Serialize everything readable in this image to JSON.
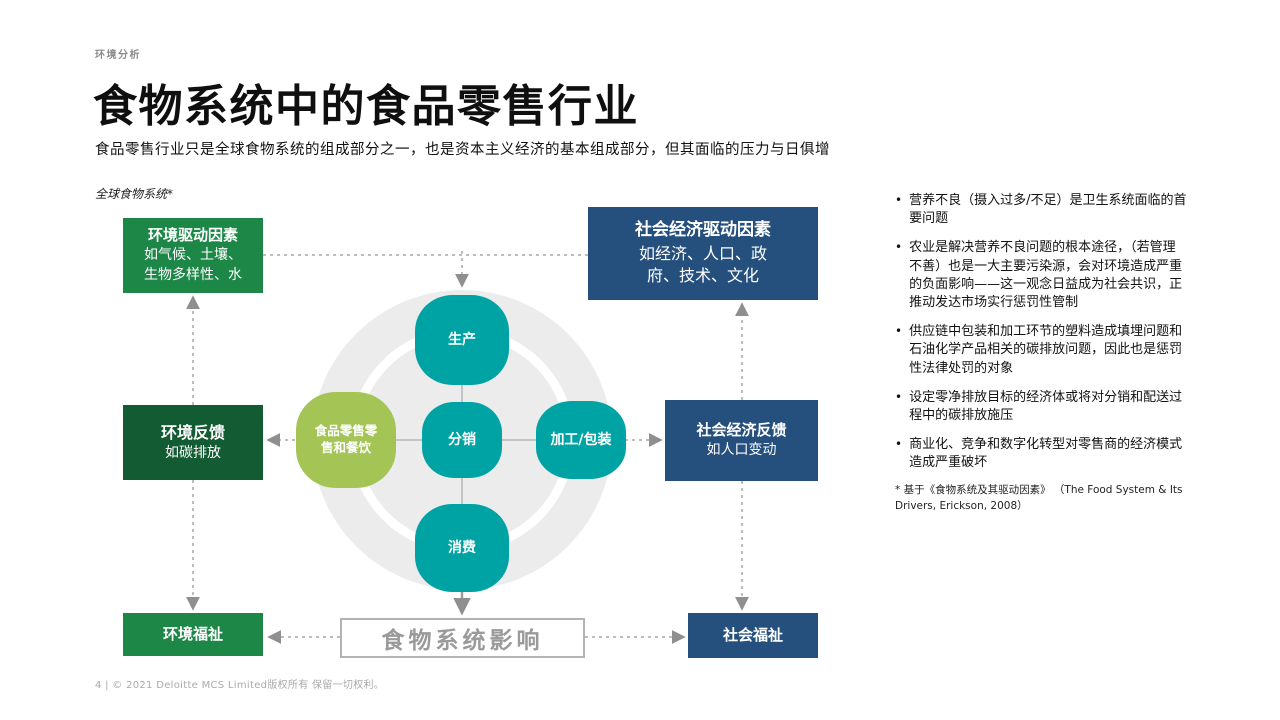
{
  "page": {
    "eyebrow": "环境分析",
    "title": "食物系统中的食品零售行业",
    "subtitle": "食品零售行业只是全球食物系统的组成部分之一，也是资本主义经济的基本组成部分，但其面临的压力与日俱增",
    "footer": "4 |  © 2021 Deloitte MCS Limited版权所有 保留一切权利。"
  },
  "diagram": {
    "label": "全球食物系统*",
    "boxes": {
      "env_drivers": {
        "title": "环境驱动因素",
        "lines": "如气候、土壤、\n生物多样性、水"
      },
      "socio_drivers": {
        "title": "社会经济驱动因素",
        "lines": "如经济、人口、政\n府、技术、文化"
      },
      "env_feedback": {
        "title": "环境反馈",
        "lines": "如碳排放"
      },
      "socio_feedback": {
        "title": "社会经济反馈",
        "lines": "如人口变动"
      },
      "env_welfare": {
        "title": "环境福祉"
      },
      "socio_welfare": {
        "title": "社会福祉"
      }
    },
    "nodes": {
      "production": "生产",
      "distribution": "分销",
      "processing": "加工/包装",
      "consumption": "消费",
      "retail": "食品零售零\n售和餐饮"
    },
    "impact": "食物系统影响"
  },
  "right_column": {
    "bullets": [
      "营养不良（摄入过多/不足）是卫生系统面临的首要问题",
      "农业是解决营养不良问题的根本途径，（若管理不善）也是一大主要污染源，会对环境造成严重的负面影响——这一观念日益成为社会共识，正推动发达市场实行惩罚性管制",
      "供应链中包装和加工环节的塑料造成填埋问题和石油化学产品相关的碳排放问题，因此也是惩罚性法律处罚的对象",
      "设定零净排放目标的经济体或将对分销和配送过程中的碳排放施压",
      "商业化、竞争和数字化转型对零售商的经济模式造成严重破坏"
    ],
    "footnote": "* 基于《食物系统及其驱动因素》 （The Food System & Its Drivers, Erickson, 2008）"
  },
  "colors": {
    "green": "#1c8747",
    "dark_green": "#135c33",
    "navy": "#254f7d",
    "teal": "#00a3a4",
    "light_green": "#a4c556",
    "circle_bg": "#ececec",
    "dashed_line": "#bdbdbd",
    "arrow": "#8f8f8f"
  }
}
